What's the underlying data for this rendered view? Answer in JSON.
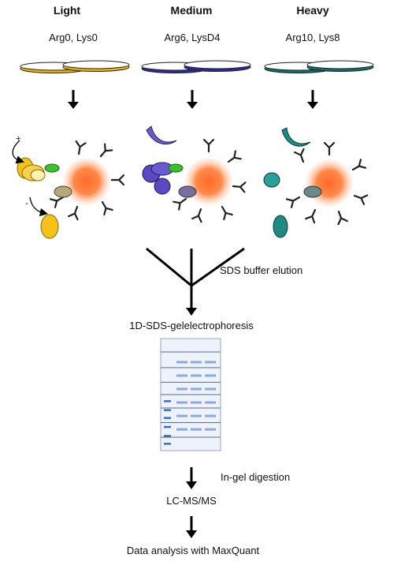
{
  "columns": [
    {
      "header": "Light",
      "labels": "Arg0, Lys0",
      "dish_color": "#f2b400"
    },
    {
      "header": "Medium",
      "labels": "Arg6, LysD4",
      "dish_color": "#2a2aa0"
    },
    {
      "header": "Heavy",
      "labels": "Arg10, Lys8",
      "dish_color": "#0f6f6a"
    }
  ],
  "symbols": {
    "plus": "+",
    "minus": "-"
  },
  "steps": {
    "elution": "SDS buffer elution",
    "gel": "1D-SDS-gelelectrophoresis",
    "digestion": "In-gel digestion",
    "lcms": "LC-MS/MS",
    "analysis": "Data analysis with MaxQuant"
  },
  "colors": {
    "bead": "#ff6a2a",
    "bait": "#3fbf2a",
    "gel_band": "#3a6fd0"
  }
}
